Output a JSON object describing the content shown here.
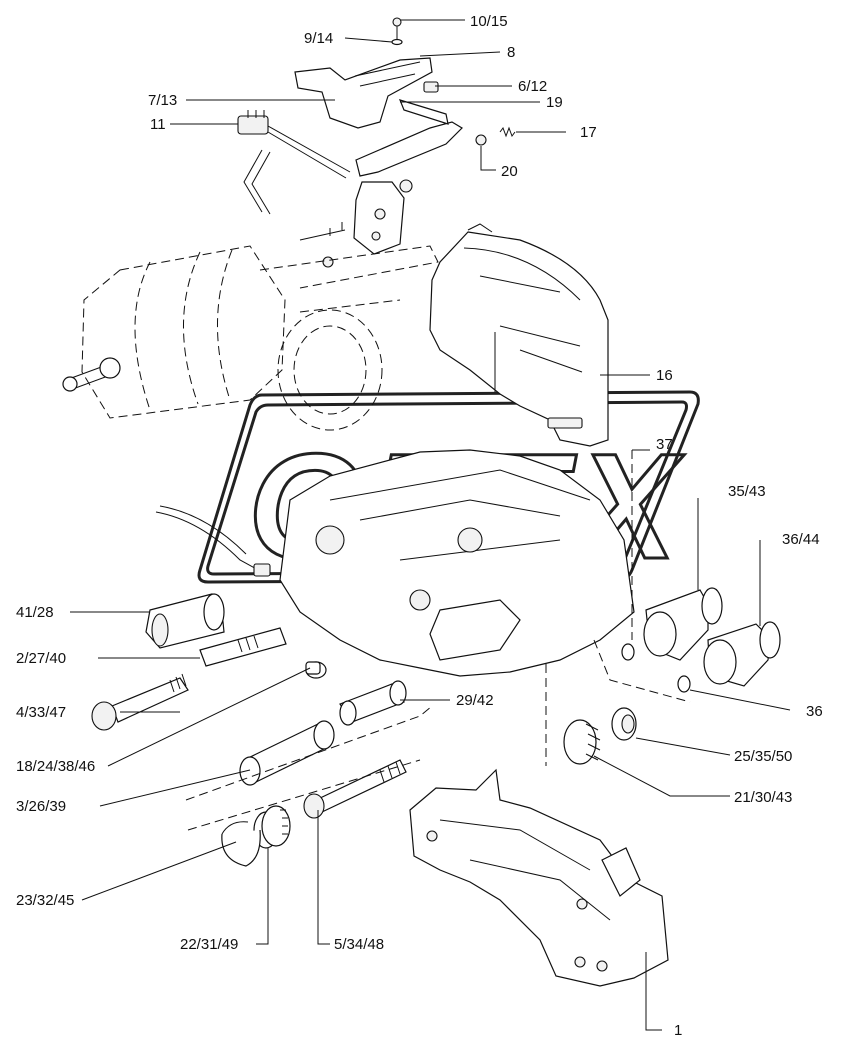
{
  "watermark": "OPEX",
  "callouts": [
    "10/15",
    "9/14",
    "8",
    "6/12",
    "7/13",
    "19",
    "11",
    "17",
    "20",
    "16",
    "37",
    "35/43",
    "36/44",
    "41/28",
    "2/27/40",
    "36",
    "4/33/47",
    "29/42",
    "18/24/38/46",
    "25/35/50",
    "3/26/39",
    "21/30/43",
    "23/32/45",
    "22/31/49",
    "5/34/48",
    "1"
  ]
}
